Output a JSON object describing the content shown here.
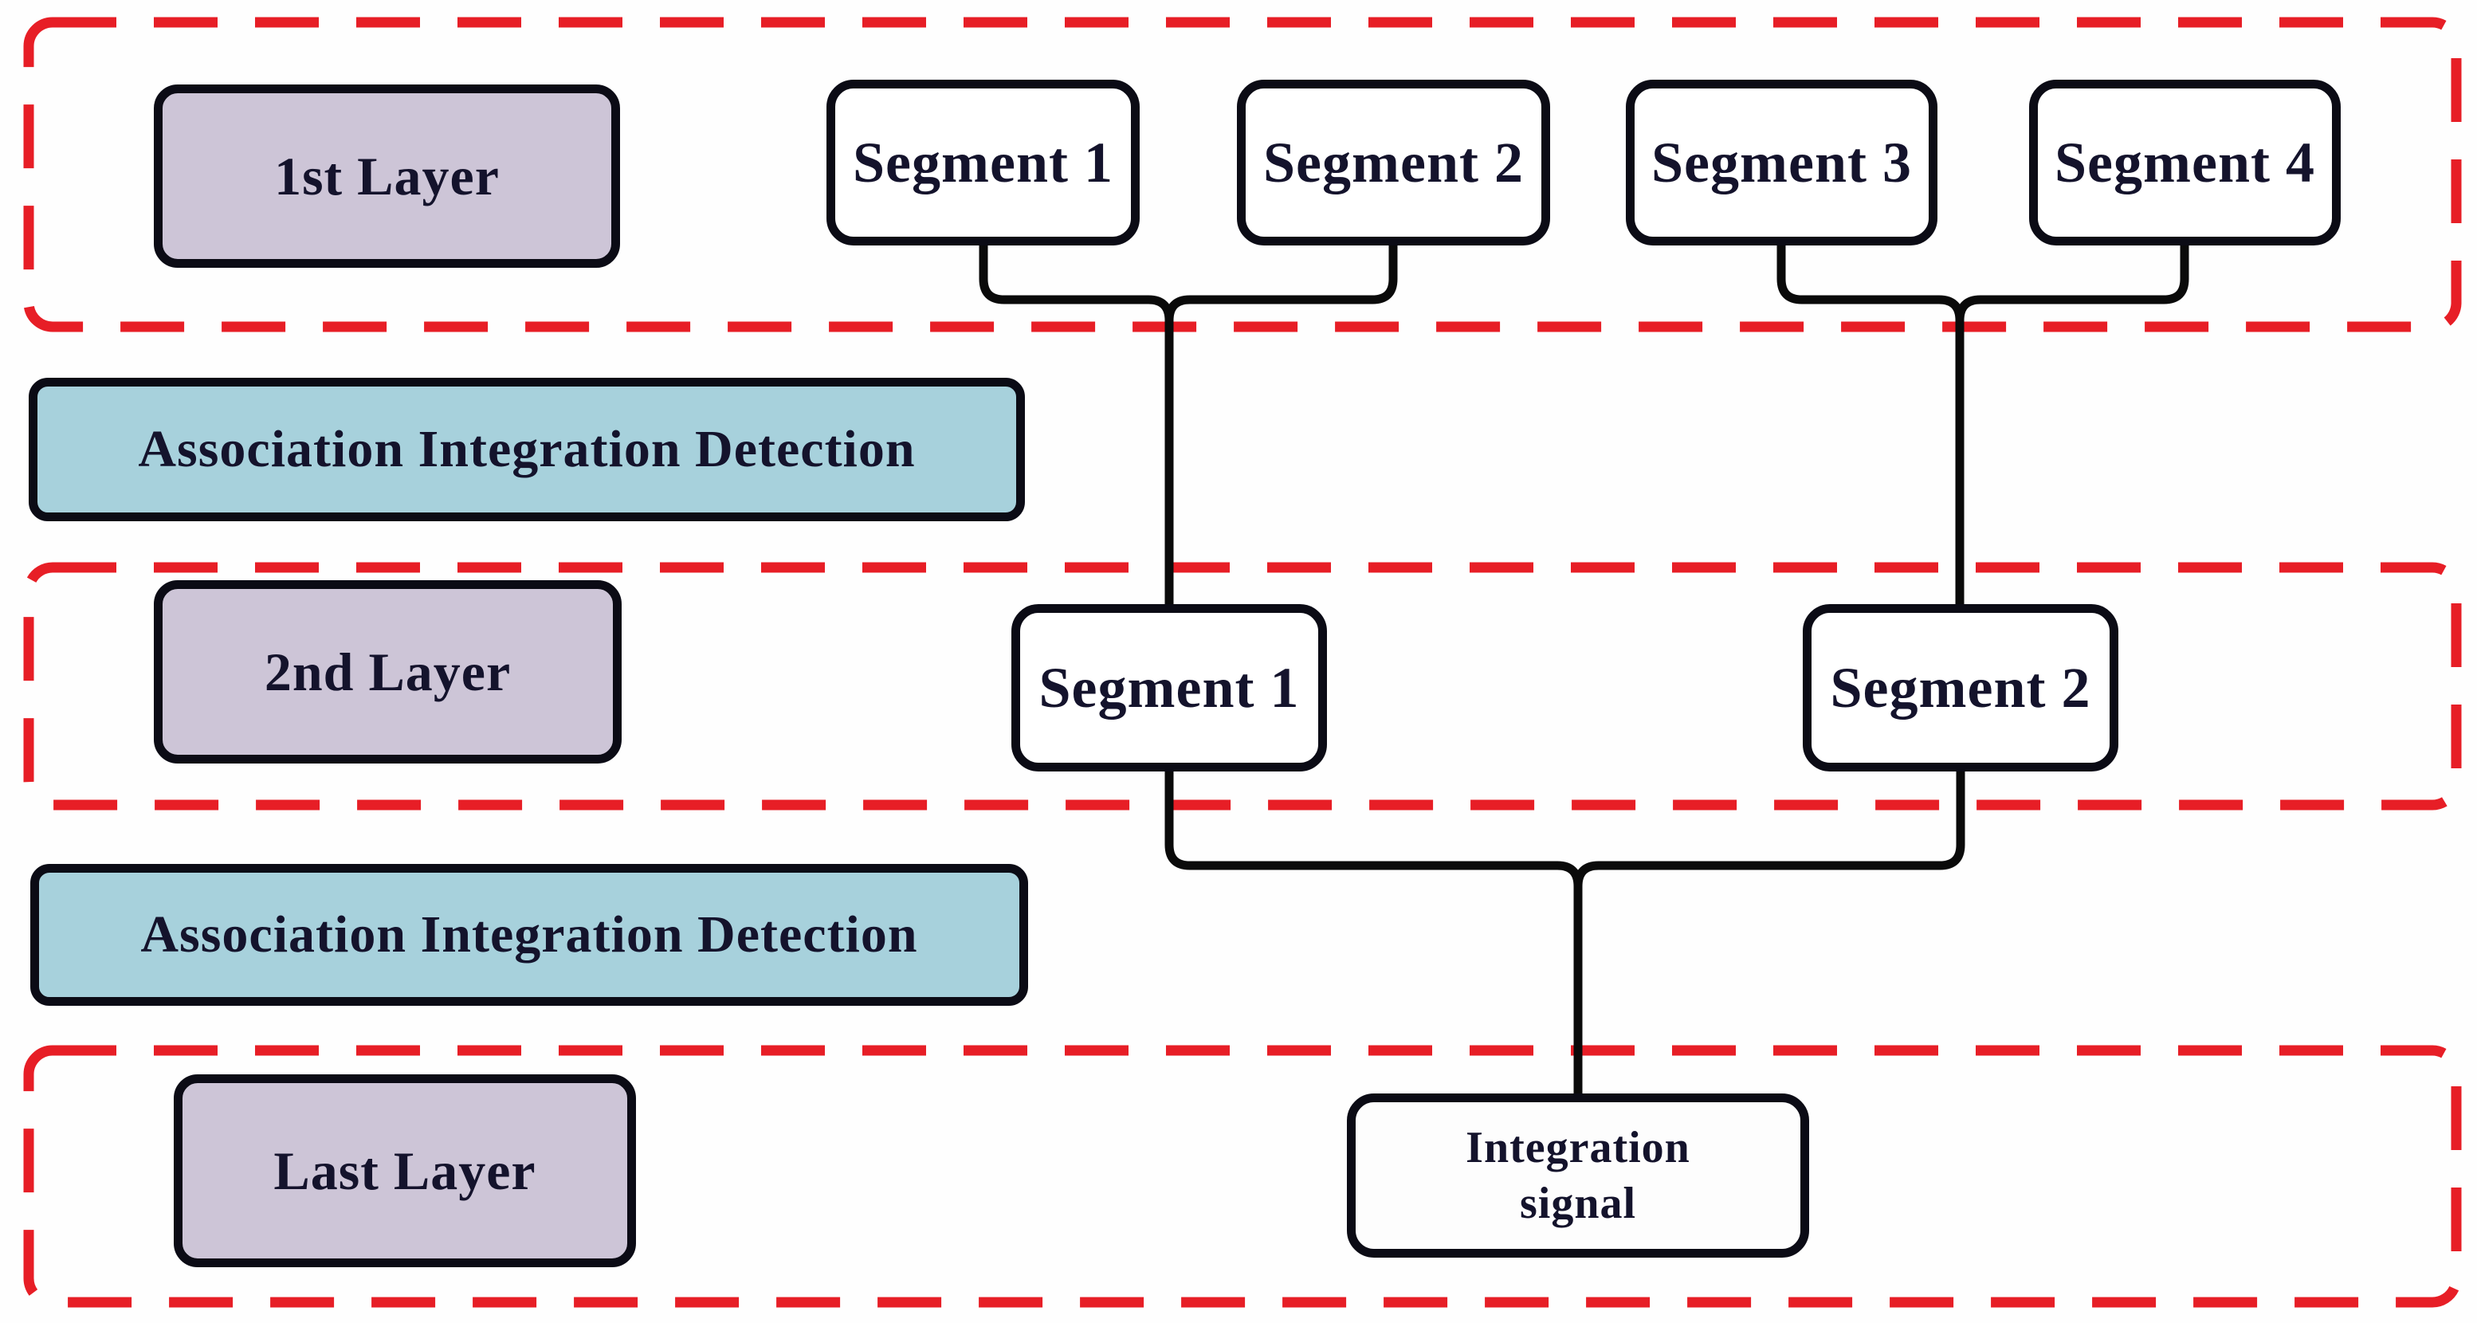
{
  "diagram": {
    "type": "hierarchical-segment-integration-flowchart",
    "colors": {
      "layer_box_fill": "#cdc5d7",
      "detection_box_fill": "#a7d1dc",
      "segment_box_fill": "#ffffff",
      "dashed_boundary_red": "#e71e26",
      "solid_box_border": "#0b0b15",
      "connector_black": "#0a0a0a",
      "text": "#14132c"
    },
    "layer1": {
      "label": "1st Layer",
      "segments": [
        "Segment 1",
        "Segment 2",
        "Segment 3",
        "Segment 4"
      ]
    },
    "detection1": {
      "label": "Association Integration Detection"
    },
    "layer2": {
      "label": "2nd Layer",
      "segments": [
        "Segment 1",
        "Segment 2"
      ]
    },
    "detection2": {
      "label": "Association Integration Detection"
    },
    "last_layer": {
      "label": "Last Layer",
      "output": "Integration\nsignal"
    }
  }
}
